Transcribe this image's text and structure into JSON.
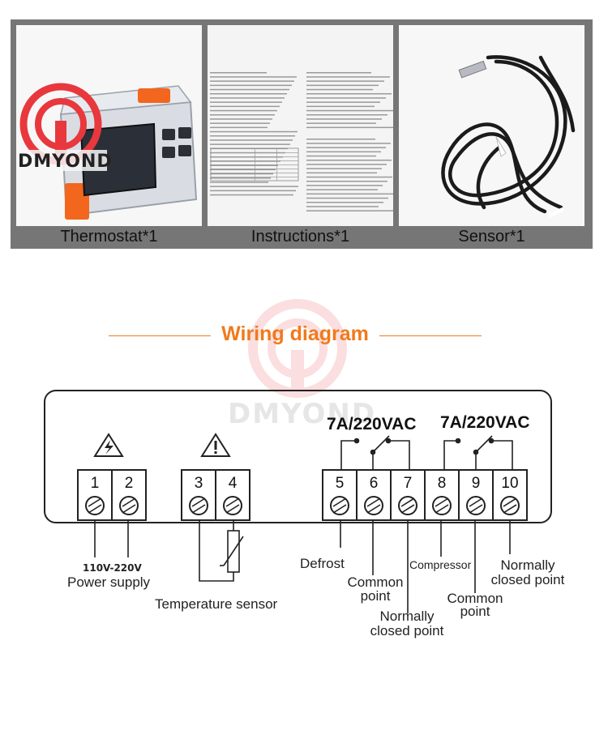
{
  "package": {
    "items": [
      {
        "label": "Thermostat*1",
        "icon": "thermostat-device-image"
      },
      {
        "label": "Instructions*1",
        "icon": "instruction-sheet-image"
      },
      {
        "label": "Sensor*1",
        "icon": "temperature-probe-cable-image"
      }
    ],
    "brand": "DMYOND"
  },
  "diagram": {
    "title": "Wiring diagram",
    "title_color": "#f07a1c",
    "watermark": "DMYOND",
    "rating_left": "7A/220VAC",
    "rating_right": "7A/220VAC",
    "terminals": [
      "1",
      "2",
      "3",
      "4",
      "5",
      "6",
      "7",
      "8",
      "9",
      "10"
    ],
    "voltage": "110V-220V",
    "labels": {
      "power_supply": "Power supply",
      "temperature_sensor": "Temperature sensor",
      "defrost": "Defrost",
      "common_point_a_line1": "Common",
      "common_point_a_line2": "point",
      "nc_point_a_line1": "Normally",
      "nc_point_a_line2": "closed point",
      "compressor": "Compressor",
      "nc_point_b_line1": "Normally",
      "nc_point_b_line2": "closed point",
      "common_point_b_line1": "Common",
      "common_point_b_line2": "point"
    },
    "icons": [
      "high-voltage-warning-icon",
      "caution-warning-icon"
    ]
  }
}
